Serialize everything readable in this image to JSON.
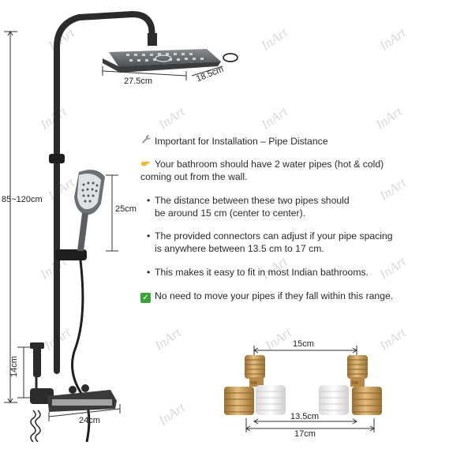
{
  "dimensions": {
    "head_width": "27.5cm",
    "head_depth": "18.5cm",
    "total_height": "85~120cm",
    "hand_shower": "25cm",
    "spout_height": "14cm",
    "shelf_width": "24cm",
    "connector_center": "15cm",
    "connector_min": "13.5cm",
    "connector_max": "17cm"
  },
  "info": {
    "heading_icon": "wrench-icon",
    "heading": "Important for Installation – Pipe Distance",
    "intro_icon": "pointing-hand-icon",
    "intro_line1": "Your bathroom should have 2 water pipes (hot & cold)",
    "intro_line2": "coming out from the wall.",
    "bullet_mark": "•",
    "b1_line1": "The distance between these two pipes should",
    "b1_line2": "be around 15 cm (center to center).",
    "b2_line1": "The provided connectors can adjust if your pipe spacing",
    "b2_line2": "is anywhere between 13.5 cm to 17 cm.",
    "b3_line1": "This makes it easy to fit in most Indian bathrooms.",
    "check_icon": "check-mark-icon",
    "check_symbol": "✓",
    "conclusion": "No need to move your pipes if they fall within this range."
  },
  "watermark": "InArt",
  "colors": {
    "fixture": "#2b2b2b",
    "shower_head": "#6a6d70",
    "brass": "#c89a55",
    "accent_green": "#3aa63a"
  }
}
